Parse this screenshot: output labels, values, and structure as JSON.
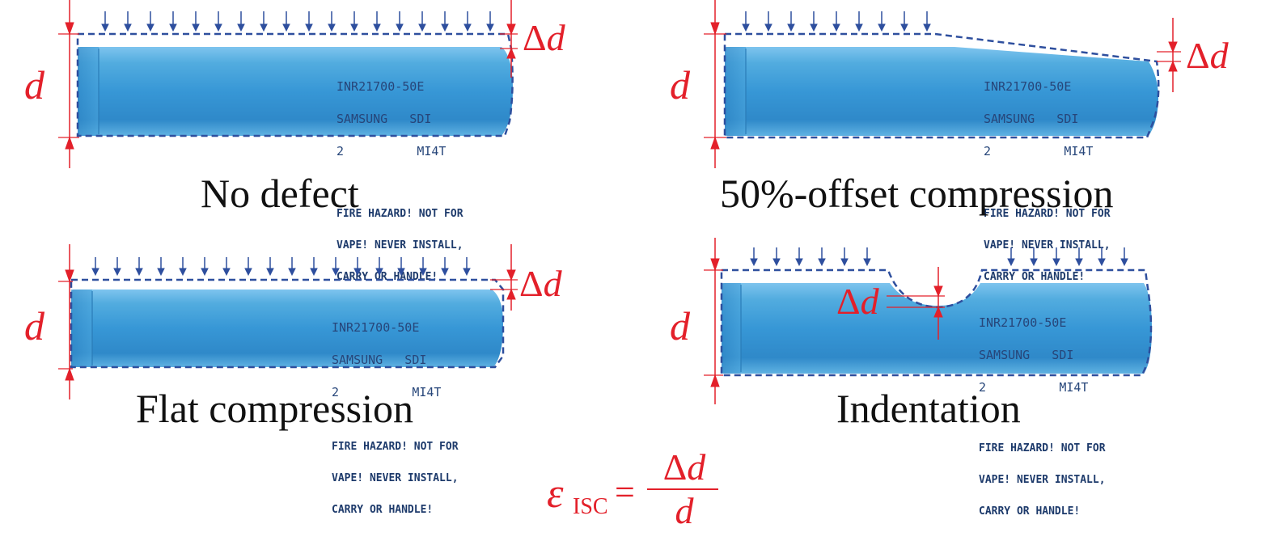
{
  "panels": [
    {
      "caption": "No defect",
      "d_label": "d",
      "delta_label_prefix": "Δ",
      "delta_label_var": "d"
    },
    {
      "caption": "50%-offset compression",
      "d_label": "d",
      "delta_label_prefix": "Δ",
      "delta_label_var": "d"
    },
    {
      "caption": "Flat compression",
      "d_label": "d",
      "delta_label_prefix": "Δ",
      "delta_label_var": "d"
    },
    {
      "caption": "Indentation",
      "d_label": "d",
      "delta_label_prefix": "Δ",
      "delta_label_var": "d"
    }
  ],
  "battery_text": {
    "model": "INR21700-50E",
    "brand": "SAMSUNG   SDI",
    "line3": "2          MI4T",
    "warning1": "FIRE HAZARD! NOT FOR",
    "warning2": "VAPE! NEVER INSTALL,",
    "warning3": "CARRY OR HANDLE!"
  },
  "formula": {
    "epsilon": "ε",
    "subscript": "ISC",
    "equals": "=",
    "numerator_prefix": "Δ",
    "numerator_var": "d",
    "denominator": "d"
  },
  "colors": {
    "battery": "#3a9ad9",
    "outline": "#2e4f9e",
    "annotation": "#e3202a",
    "force_arrow": "#2e4f9e"
  }
}
